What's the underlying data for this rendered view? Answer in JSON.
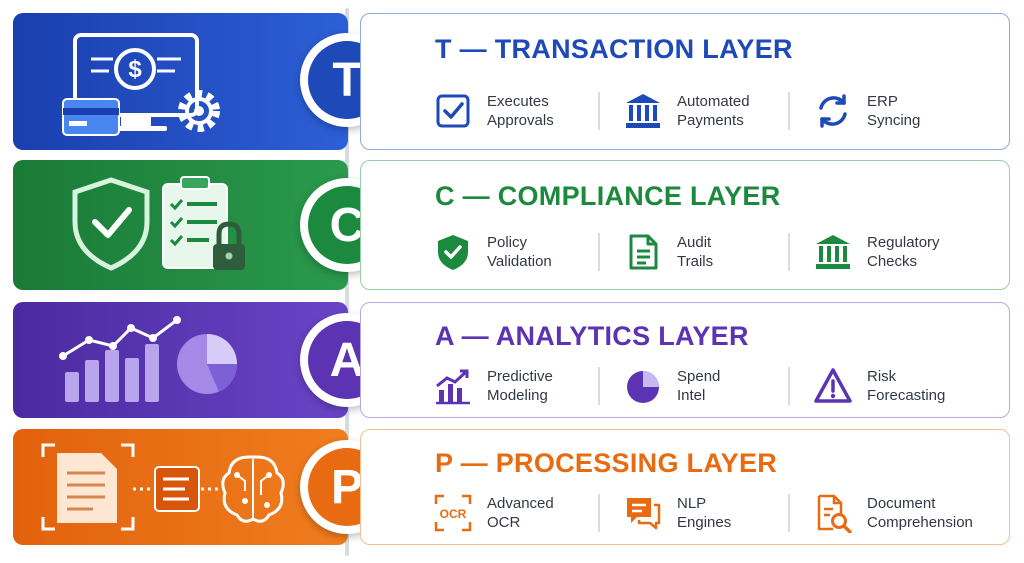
{
  "colors": {
    "transaction": "#1e49b9",
    "compliance": "#1c8a3e",
    "analytics": "#5b33b3",
    "processing": "#e86b11"
  },
  "layers": [
    {
      "key": "transaction",
      "letter": "T",
      "title": "T — TRANSACTION LAYER",
      "illustration": [
        "computer-monitor-icon",
        "dollar-icon",
        "credit-card-icon",
        "gear-icon"
      ],
      "features": [
        {
          "icon": "check-square-icon",
          "label": "Executes\nApprovals"
        },
        {
          "icon": "bank-icon",
          "label": "Automated\nPayments"
        },
        {
          "icon": "sync-icon",
          "label": "ERP\nSyncing"
        }
      ]
    },
    {
      "key": "compliance",
      "letter": "C",
      "title": "C — COMPLIANCE LAYER",
      "illustration": [
        "shield-check-icon",
        "clipboard-checklist-icon",
        "padlock-icon"
      ],
      "features": [
        {
          "icon": "shield-check-icon",
          "label": "Policy\nValidation"
        },
        {
          "icon": "document-icon",
          "label": "Audit\nTrails"
        },
        {
          "icon": "bank-icon",
          "label": "Regulatory\nChecks"
        }
      ]
    },
    {
      "key": "analytics",
      "letter": "A",
      "title": "A — ANALYTICS LAYER",
      "illustration": [
        "bar-chart-icon",
        "line-trend-icon",
        "pie-chart-icon"
      ],
      "features": [
        {
          "icon": "growth-chart-icon",
          "label": "Predictive\nModeling"
        },
        {
          "icon": "pie-chart-icon",
          "label": "Spend\nIntel"
        },
        {
          "icon": "warning-triangle-icon",
          "label": "Risk\nForecasting"
        }
      ]
    },
    {
      "key": "processing",
      "letter": "P",
      "title": "P — PROCESSING LAYER",
      "illustration": [
        "scan-document-icon",
        "text-lines-icon",
        "brain-circuit-icon"
      ],
      "features": [
        {
          "icon": "ocr-icon",
          "ocr_text": "OCR",
          "label": "Advanced\nOCR"
        },
        {
          "icon": "chat-bubble-icon",
          "label": "NLP\nEngines"
        },
        {
          "icon": "document-search-icon",
          "label": "Document\nComprehension"
        }
      ]
    }
  ]
}
